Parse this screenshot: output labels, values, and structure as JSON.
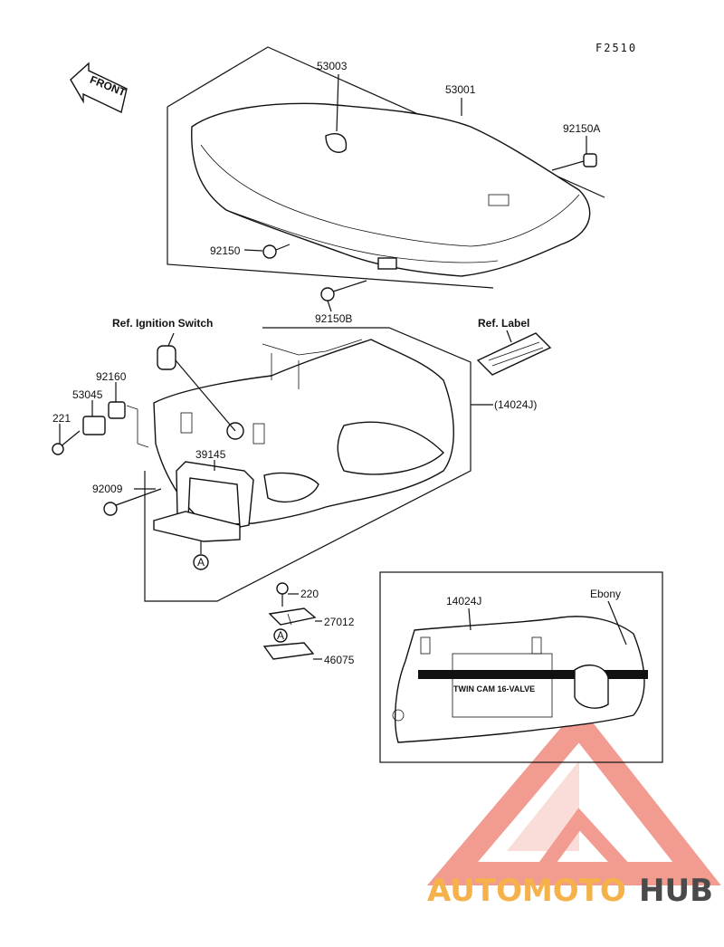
{
  "figure_code": "F2510",
  "front_label": "FRONT",
  "parts": {
    "p53003": "53003",
    "p53001": "53001",
    "p92150A": "92150A",
    "p92150": "92150",
    "p92150B": "92150B",
    "ref_ignition": "Ref. Ignition Switch",
    "ref_label": "Ref. Label",
    "p92160": "92160",
    "p53045": "53045",
    "p221": "221",
    "p14024J_ref": "(14024J)",
    "p39145": "39145",
    "p92009": "92009",
    "p220": "220",
    "p27012": "27012",
    "p46075": "46075",
    "marker_a1": "A",
    "marker_a2": "A",
    "inset_14024J": "14024J",
    "inset_ebony": "Ebony",
    "inset_decal": "TWIN CAM 16-VALVE"
  },
  "watermark": {
    "part1": "AUTOMOTO",
    "part2": "HUB",
    "color_primary": "#f08a7e",
    "color_secondary": "#f5b24a",
    "color_dark": "#4a4a4a"
  }
}
